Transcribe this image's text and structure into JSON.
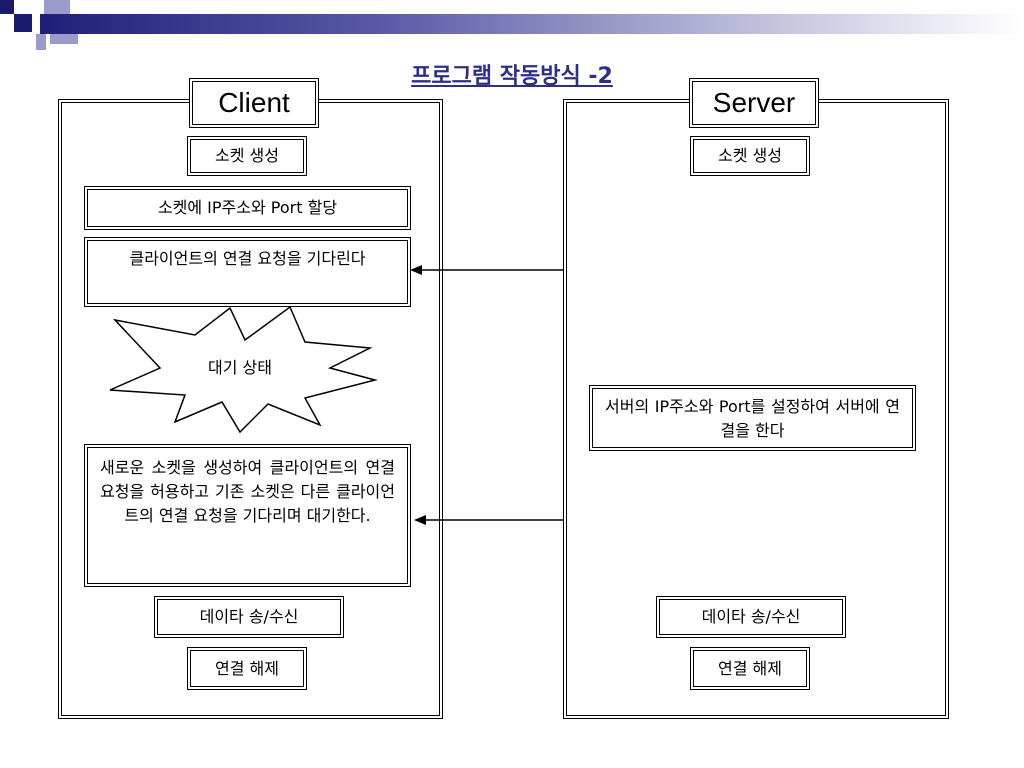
{
  "title": "프로그램 작동방식 -2",
  "client": {
    "header": "Client",
    "steps": {
      "create_socket": "소켓 생성",
      "assign": "소켓에 IP주소와 Port 할당",
      "wait_request": "클라이언트의 연결 요청을 기다린다",
      "wait_state": "대기 상태",
      "new_socket": "새로운 소켓을 생성하여 클라이언트의 연결 요청을 허용하고 기존 소켓은 다른 클라이언트의 연결 요청을 기다리며 대기한다.",
      "data_io": "데이타 송/수신",
      "disconnect": "연결 해제"
    }
  },
  "server": {
    "header": "Server",
    "steps": {
      "create_socket": "소켓 생성",
      "connect": "서버의 IP주소와 Port를 설정하여 서버에 연결을 한다",
      "data_io": "데이타 송/수신",
      "disconnect": "연결 해제"
    }
  },
  "colors": {
    "title": "#2d2d8c",
    "band_dark": "#1f1f7a",
    "square_dark": "#1a1a6e",
    "square_light": "#9a9acb"
  }
}
